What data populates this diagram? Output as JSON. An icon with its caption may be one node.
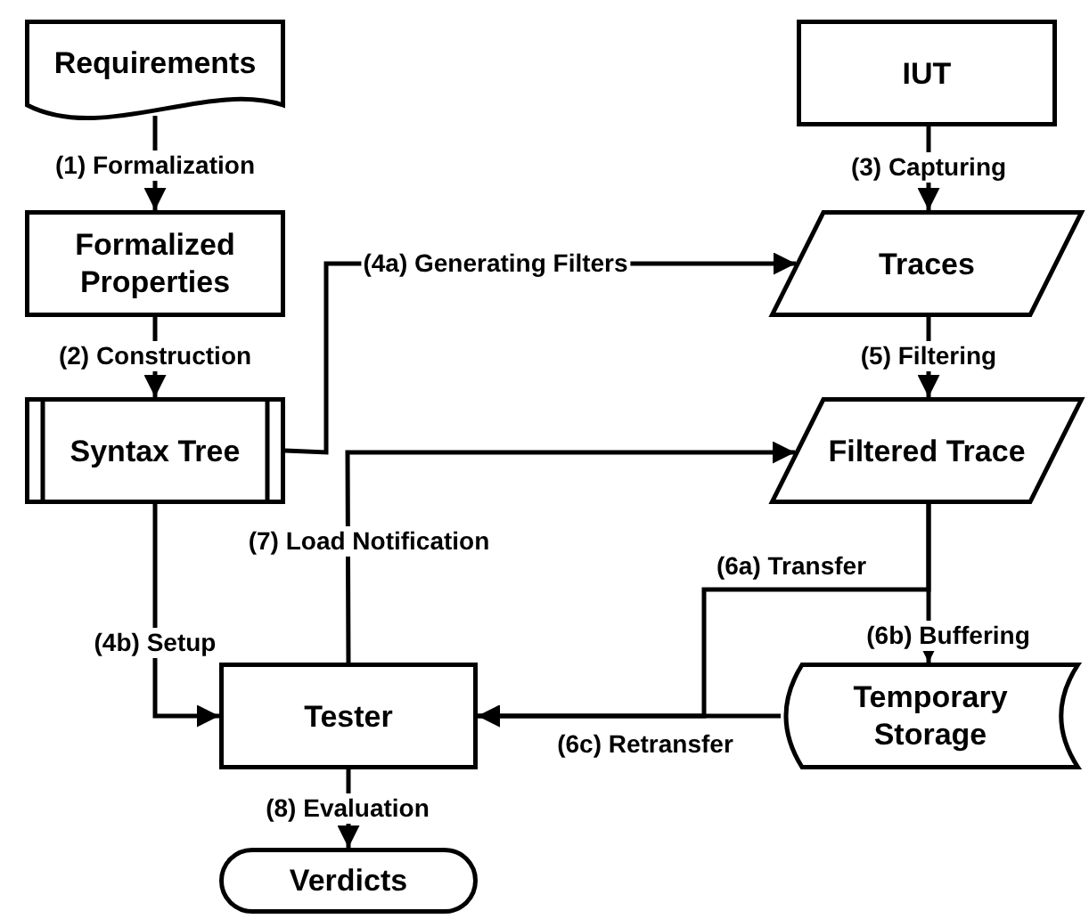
{
  "diagram": {
    "nodes": [
      {
        "text": [
          "Requirements"
        ]
      },
      {
        "text": [
          "Formalized Properties"
        ]
      },
      {
        "text": [
          "Syntax Tree"
        ]
      },
      {
        "text": [
          "IUT"
        ]
      },
      {
        "text": [
          "Traces"
        ]
      },
      {
        "text": [
          "Filtered Trace"
        ]
      },
      {
        "text": [
          "Tester"
        ]
      },
      {
        "text": [
          "Temporary Storage"
        ]
      },
      {
        "text": [
          "Verdicts"
        ]
      }
    ],
    "edges": [
      {
        "from": 0,
        "to": 1,
        "arrow": "to",
        "label": "(1) Formalization"
      },
      {
        "from": 1,
        "to": 2,
        "arrow": "to",
        "label": "(2) Construction"
      },
      {
        "from": 3,
        "to": 4,
        "arrow": "to",
        "label": "(3) Capturing"
      },
      {
        "from": 2,
        "to": 4,
        "arrow": "to",
        "label": "(4a) Generating Filters"
      },
      {
        "from": 4,
        "to": 5,
        "arrow": "to",
        "label": "(5) Filtering"
      },
      {
        "from": 2,
        "to": 6,
        "arrow": "to",
        "label": "(4b) Setup"
      },
      {
        "from": 6,
        "to": 5,
        "arrow": "to",
        "label": "(7) Load Notification"
      },
      {
        "from": 5,
        "to": 6,
        "arrow": "to",
        "label": "(6a) Transfer"
      },
      {
        "from": 5,
        "to": 7,
        "arrow": "to",
        "label": "(6b) Buffering"
      },
      {
        "from": 7,
        "to": 6,
        "arrow": "to",
        "label": "(6c) Retransfer"
      },
      {
        "from": 6,
        "to": 8,
        "arrow": "to",
        "label": "(8) Evaluation"
      }
    ]
  }
}
